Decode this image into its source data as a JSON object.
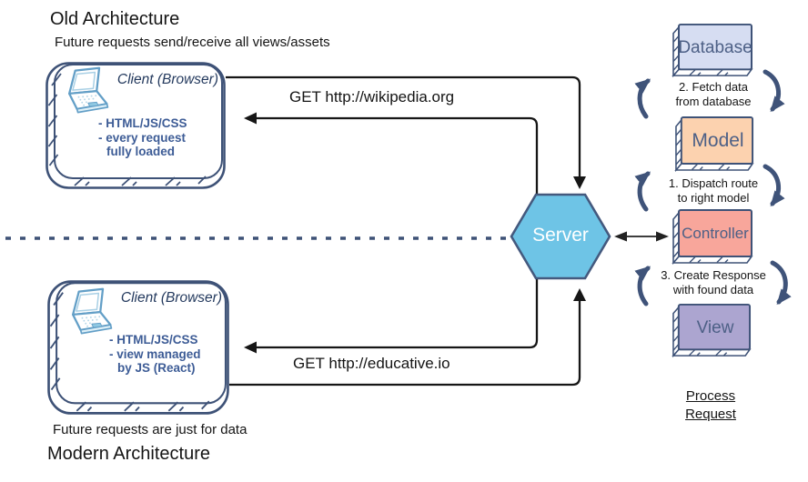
{
  "old_section": {
    "title": "Old Architecture",
    "subtitle": "Future requests send/receive all views/assets",
    "client": {
      "label": "Client (Browser)",
      "features": [
        "- HTML/JS/CSS",
        "- every request",
        "fully loaded"
      ]
    },
    "request_label": "GET http://wikipedia.org"
  },
  "modern_section": {
    "title": "Modern Architecture",
    "subtitle": "Future requests are just for data",
    "client": {
      "label": "Client (Browser)",
      "features": [
        "- HTML/JS/CSS",
        "- view managed",
        "by JS (React)"
      ]
    },
    "request_label": "GET http://educative.io"
  },
  "server": {
    "label": "Server"
  },
  "mvc": {
    "boxes": [
      {
        "label": "Database"
      },
      {
        "label": "Model"
      },
      {
        "label": "Controller"
      },
      {
        "label": "View"
      }
    ],
    "steps": [
      {
        "lines": [
          "2. Fetch data",
          "from database"
        ]
      },
      {
        "lines": [
          "1. Dispatch route",
          "to right model"
        ]
      },
      {
        "lines": [
          "3. Create Response",
          "with found data"
        ]
      }
    ],
    "footer_lines": [
      "Process",
      "Request"
    ]
  },
  "icons": {
    "client_device": "laptop-icon",
    "server_shape": "hexagon"
  },
  "colors": {
    "navy": "#3e5277",
    "server_fill": "#6ec4e6",
    "database_fill": "#d6ddf2",
    "model_fill": "#fcd2af",
    "controller_fill": "#f8a69b",
    "view_fill": "#aca5d0",
    "client_feature_text": "#3d5c96",
    "box_label_text": "#4d6086"
  }
}
